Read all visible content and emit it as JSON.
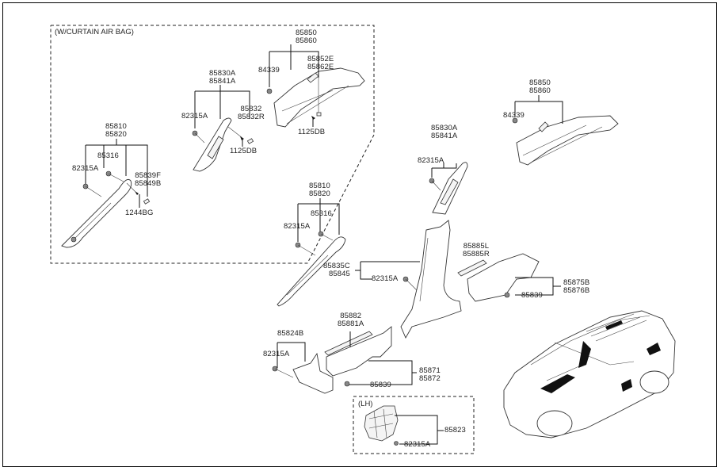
{
  "diagram": {
    "title": "Interior Side Trim Parts Diagram",
    "groups": {
      "curtain_airbag": {
        "caption": "(W/CURTAIN AIR BAG)",
        "front_pillar": {
          "part": [
            "85810",
            "85820"
          ],
          "sub": [
            {
              "label": "82315A"
            },
            {
              "label": "85316"
            },
            {
              "label": [
                "85839F",
                "85849B"
              ]
            },
            {
              "label": "1244BG"
            }
          ]
        },
        "center_pillar_upper": {
          "part": [
            "85830A",
            "85841A"
          ],
          "sub": [
            {
              "label": "82315A"
            },
            {
              "label": [
                "85832",
                "85832R"
              ]
            },
            {
              "label": "1125DB"
            }
          ]
        },
        "rear_pillar": {
          "part": [
            "85850",
            "85860"
          ],
          "sub": [
            {
              "label": "84339"
            },
            {
              "label": [
                "85852E",
                "85862E"
              ]
            },
            {
              "label": "1125DB"
            }
          ]
        }
      },
      "standard": {
        "rear_pillar": {
          "part": [
            "85850",
            "85860"
          ],
          "sub": [
            {
              "label": "84339"
            }
          ]
        },
        "center_pillar_upper": {
          "part": [
            "85830A",
            "85841A"
          ],
          "sub": [
            {
              "label": "82315A"
            }
          ]
        },
        "front_pillar": {
          "part": [
            "85810",
            "85820"
          ],
          "sub": [
            {
              "label": "82315A"
            },
            {
              "label": "85316"
            }
          ]
        },
        "center_pillar_lower": {
          "part": [
            "85835C",
            "85845"
          ],
          "sub": [
            {
              "label": "82315A"
            }
          ]
        },
        "rear_scuff_plate": {
          "part": [
            "85875B",
            "85876B"
          ],
          "sub": [
            {
              "label": "85839"
            }
          ],
          "insert": [
            "85885L",
            "85885R"
          ]
        },
        "front_scuff_plate": {
          "part": [
            "85871",
            "85872"
          ],
          "sub": [
            {
              "label": "85839"
            }
          ],
          "insert": [
            "85882",
            "85881A"
          ]
        },
        "cowl_side_trim": {
          "part": "85824B",
          "sub": [
            {
              "label": "82315A"
            }
          ]
        }
      },
      "lh": {
        "caption": "(LH)",
        "part": "85823",
        "sub": [
          {
            "label": "82315A"
          }
        ]
      }
    },
    "vehicle_illustration": "suv-isometric-with-highlighted-trim"
  }
}
